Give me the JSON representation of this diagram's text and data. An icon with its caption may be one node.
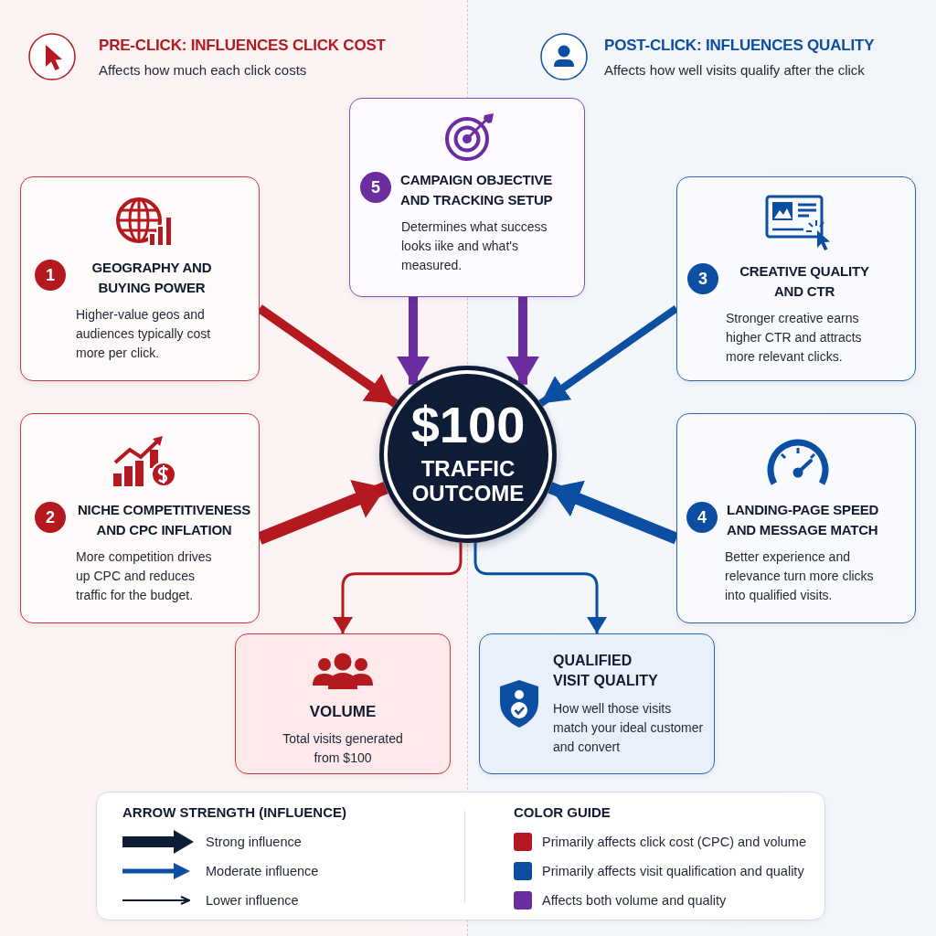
{
  "diagram": {
    "nodes": [
      {
        "text": [
          "5",
          "CAMPAIGN OBJECTIVE AND TRACKING SETUP",
          "Determines what success looks iike and what's measured."
        ]
      },
      {
        "text": [
          "1",
          "GEOGRAPHY AND BUYING POWER",
          "Higher-value geos and audiences typically cost more per click."
        ]
      },
      {
        "text": [
          "3",
          "CREATIVE QUALITY AND CTR",
          "Stronger creative earns higher CTR and attracts more relevant clicks."
        ]
      },
      {
        "text": [
          "$100",
          "TRAFFIC OUTCOME"
        ]
      },
      {
        "text": [
          "2",
          "NICHE COMPETITIVENESS AND CPC INFLATION",
          "More competition drives up CPC and reduces traffic for the budget."
        ]
      },
      {
        "text": [
          "4",
          "LANDING-PAGE SPEED AND MESSAGE MATCH",
          "Better experience and relevance turn more clicks into qualified visits."
        ]
      },
      {
        "text": [
          "VOLUME",
          "Total visits generated from $100"
        ]
      },
      {
        "text": [
          "QUALIFIED VISIT QUALITY",
          "How well those visits match your ideal customer and convert"
        ]
      }
    ],
    "edges": [
      {
        "from": 0,
        "to": 3,
        "arrow": "to",
        "color": "#6b2d9f"
      },
      {
        "from": 0,
        "to": 3,
        "arrow": "to",
        "color": "#6b2d9f"
      },
      {
        "from": 1,
        "to": 3,
        "arrow": "to",
        "color": "#b3191f"
      },
      {
        "from": 4,
        "to": 3,
        "arrow": "to",
        "color": "#b3191f"
      },
      {
        "from": 2,
        "to": 3,
        "arrow": "to",
        "color": "#0b4ea2"
      },
      {
        "from": 5,
        "to": 3,
        "arrow": "to",
        "color": "#0b4ea2"
      },
      {
        "from": 3,
        "to": 6,
        "arrow": "to",
        "color": "#b3191f"
      },
      {
        "from": 3,
        "to": 7,
        "arrow": "to",
        "color": "#0b4ea2"
      }
    ],
    "labels": [
      "PRE-CLICK: INFLUENCES CLICK COST",
      "Affects how much each click costs",
      "POST-CLICK: INFLUENCES QUALITY",
      "Affects how well visits qualify after the click",
      "ARROW STRENGTH (INFLUENCE)",
      "COLOR GUIDE"
    ],
    "legend": [
      {
        "text": "Strong influence"
      },
      {
        "text": "Moderate influence"
      },
      {
        "text": "Lower influence"
      },
      {
        "text": "Primarily affects click cost (CPC) and volume",
        "color": "#b3191f"
      },
      {
        "text": "Primarily affects visit qualification and quality",
        "color": "#0b4ea2"
      },
      {
        "text": "Affects both volume and quality",
        "color": "#6b2d9f"
      }
    ]
  }
}
